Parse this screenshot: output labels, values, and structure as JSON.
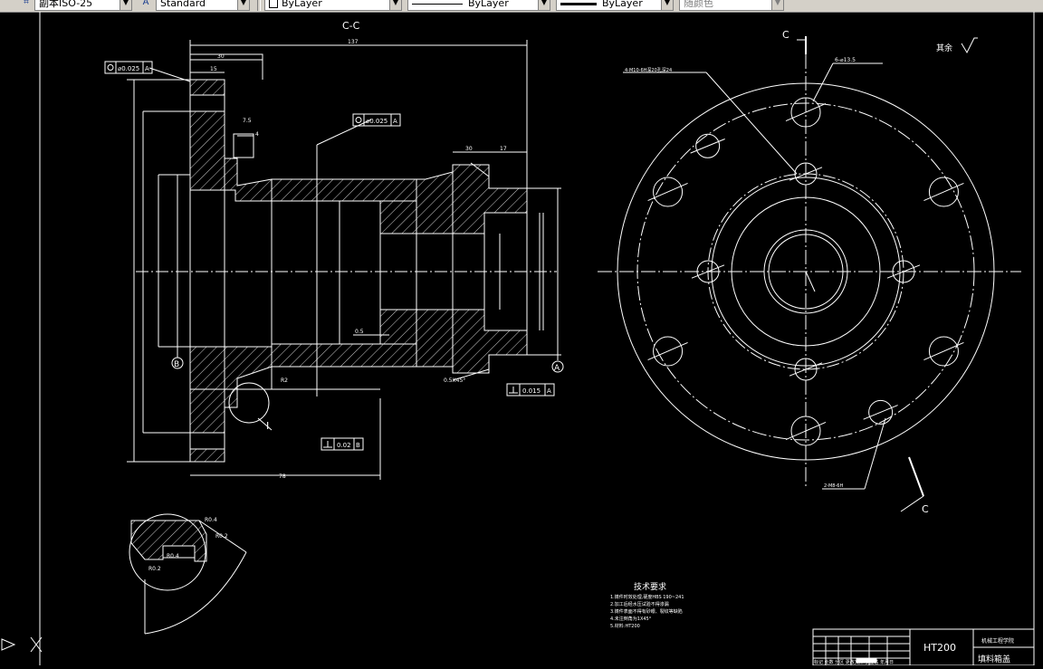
{
  "toolbar": {
    "dimstyle": "副本ISO-25",
    "textstyle": "Standard",
    "layer": "ByLayer",
    "linetype": "ByLayer",
    "lineweight": "ByLayer",
    "plotstyle": "随颜色"
  },
  "drawing": {
    "section_label": "C-C",
    "cut_label_top": "C",
    "cut_label_bottom": "C",
    "roughness_note": "其余",
    "detail_label": "I",
    "datum_a": "A",
    "datum_b": "B",
    "dims": {
      "total_len": "137",
      "flange_thk": "30",
      "flange_step": "15",
      "groove": "7.5",
      "step4": "4",
      "len30": "30",
      "len17": "17",
      "len78": "78",
      "chamfer": "0.5X45°",
      "dim05": "0.5",
      "r2": "R2"
    },
    "fcf": {
      "top_left_tol": "⌀0.025",
      "top_left_ref": "A",
      "top_mid_tol": "⌀0.025",
      "top_mid_ref": "A",
      "right_tol": "0.015",
      "right_ref": "A",
      "bottom_tol": "0.02",
      "bottom_ref": "B"
    },
    "holes": {
      "threaded": "4-M10-6H深20孔深24",
      "through": "6-⌀13.5",
      "pin": "2-M8-6H"
    },
    "detail_dims": {
      "r04a": "R0.4",
      "r02a": "R0.2",
      "r04b": "R0.4",
      "r02b": "R0.2"
    },
    "tech": {
      "title": "技术要求",
      "lines": [
        "1.铸件时效处理,硬度HBS 190~241",
        "2.加工后经水压试验不得渗漏",
        "3.铸件表面不得有砂眼、裂纹等缺陷",
        "4.未注倒角为1X45°",
        "5.材料:HT200"
      ]
    },
    "title_block": {
      "material": "HT200",
      "school": "机械工程学院",
      "part_name": "填料箱盖",
      "row_labels": "标记 处数 分区 更改文件号 签名 年月日"
    }
  }
}
